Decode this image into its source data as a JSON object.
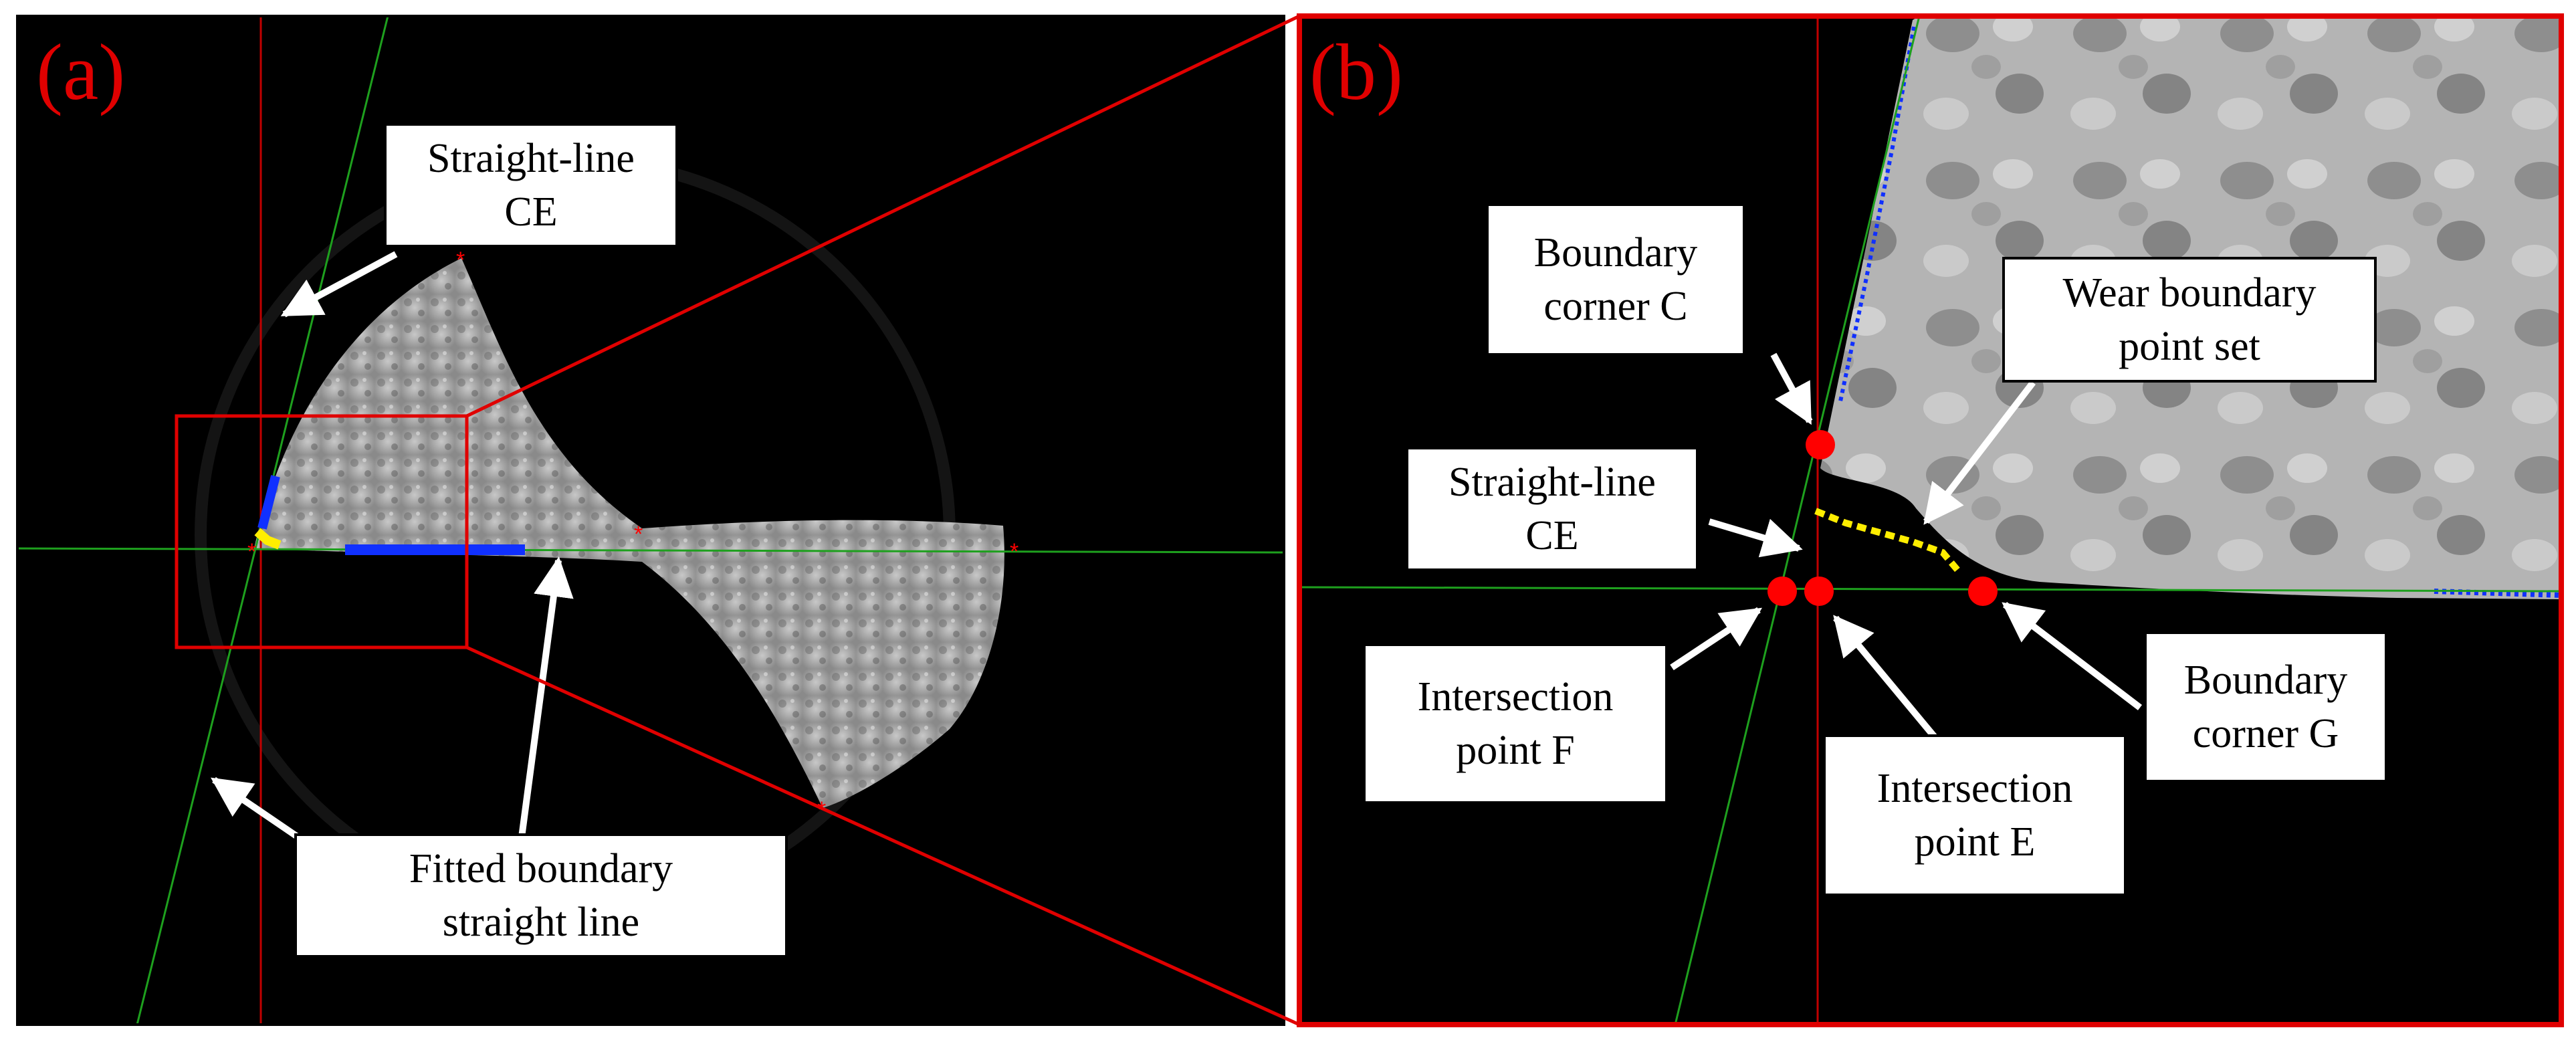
{
  "panels": {
    "a": {
      "label": "(a)"
    },
    "b": {
      "label": "(b)"
    }
  },
  "callouts": {
    "straight_line_ce_a": [
      "Straight-line",
      "CE"
    ],
    "fitted_boundary": [
      "Fitted boundary",
      "straight line"
    ],
    "boundary_corner_c": [
      "Boundary",
      "corner C"
    ],
    "wear_boundary_points": [
      "Wear boundary",
      "point set"
    ],
    "straight_line_ce_b": [
      "Straight-line",
      "CE"
    ],
    "intersection_f": [
      "Intersection",
      "point F"
    ],
    "intersection_e": [
      "Intersection",
      "point E"
    ],
    "boundary_corner_g": [
      "Boundary",
      "corner G"
    ]
  },
  "colors": {
    "reference_line": "#c00000",
    "fitted_line": "#1ea01e",
    "boundary_points": "#1030ff",
    "wear_points": "#ffee00",
    "marker": "#ff0000",
    "zoom_frame": "#e00000"
  }
}
